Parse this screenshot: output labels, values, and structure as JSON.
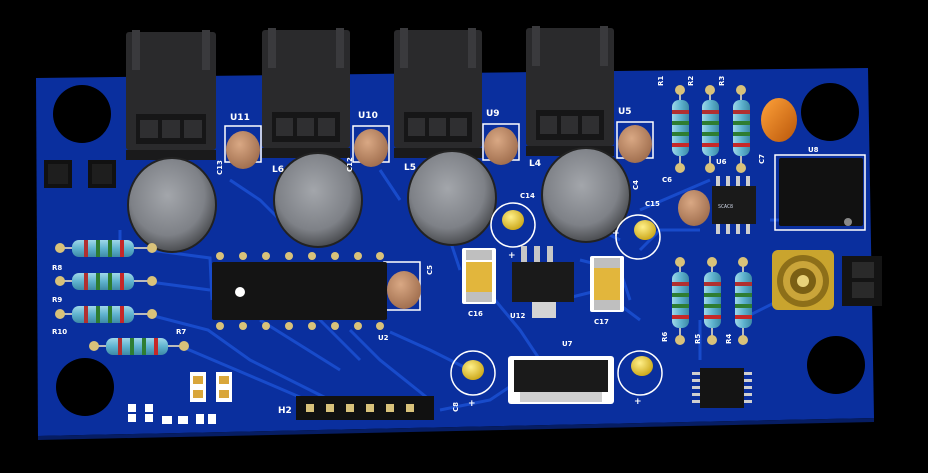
{
  "board": {
    "colors": {
      "background": "#000000",
      "board": "#0a2f9e",
      "trace": "#1846c8",
      "silk": "#ffffff",
      "pad": "#d9c27a",
      "cap_electrolytic": "#8e9196",
      "cap_ceramic": "#c6936a",
      "ic_body": "#121212"
    },
    "mounting_holes": 4
  },
  "labels": {
    "u11": "U11",
    "u10": "U10",
    "u9": "U9",
    "u5": "U5",
    "l6": "L6",
    "l5": "L5",
    "l4": "L4",
    "c13": "C13",
    "c12": "C12",
    "c4": "C4",
    "c5": "C5",
    "c14": "C14",
    "c15": "C15",
    "c16": "C16",
    "c17": "C17",
    "c6": "C6",
    "c7": "C7",
    "c8": "C8",
    "r1": "R1",
    "r2": "R2",
    "r3": "R3",
    "r4": "R4",
    "r5": "R5",
    "r6": "R6",
    "r7": "R7",
    "r8": "R8",
    "r9": "R9",
    "r10": "R10",
    "u2": "U2",
    "u6": "U6",
    "u7": "U7",
    "u8": "U8",
    "u12": "U12",
    "h2": "H2",
    "plus": "+"
  }
}
